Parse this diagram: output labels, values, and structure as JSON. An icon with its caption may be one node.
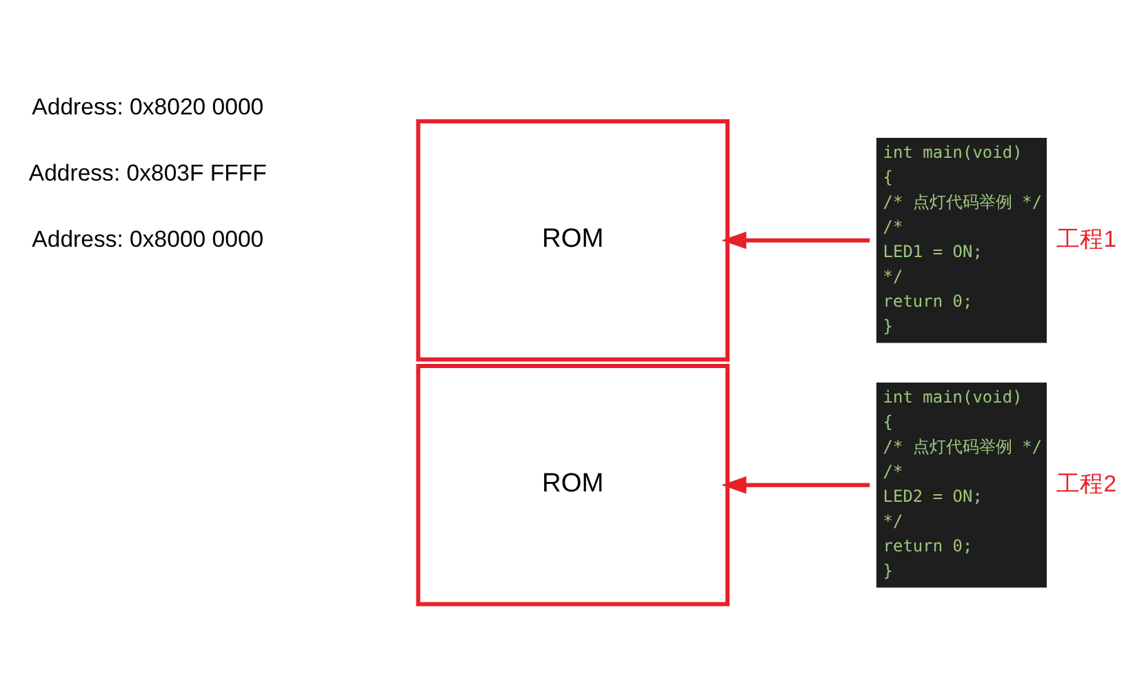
{
  "diagram": {
    "nodes": [
      {
        "text": [
          "ROM"
        ]
      },
      {
        "text": [
          "ROM"
        ]
      },
      {
        "text": [
          "int main(void)",
          "{",
          "/* 点灯代码举例 */",
          "/*",
          "LED1 = ON;",
          "*/",
          "return 0;",
          "}"
        ],
        "beside": [
          "工程1"
        ]
      },
      {
        "text": [
          "int main(void)",
          "{",
          "/* 点灯代码举例 */",
          "/*",
          "LED2 = ON;",
          "*/",
          "return 0;",
          "}"
        ],
        "beside": [
          "工程2"
        ]
      }
    ],
    "edges": [
      {
        "from": 2,
        "to": 0,
        "arrow": "to",
        "color": "#e8202a"
      },
      {
        "from": 3,
        "to": 1,
        "arrow": "to",
        "color": "#e8202a"
      }
    ],
    "labels": [
      "Address: 0x8000 0000",
      "Address: 0x8020 0000",
      "Address: 0x803F FFFF"
    ]
  }
}
